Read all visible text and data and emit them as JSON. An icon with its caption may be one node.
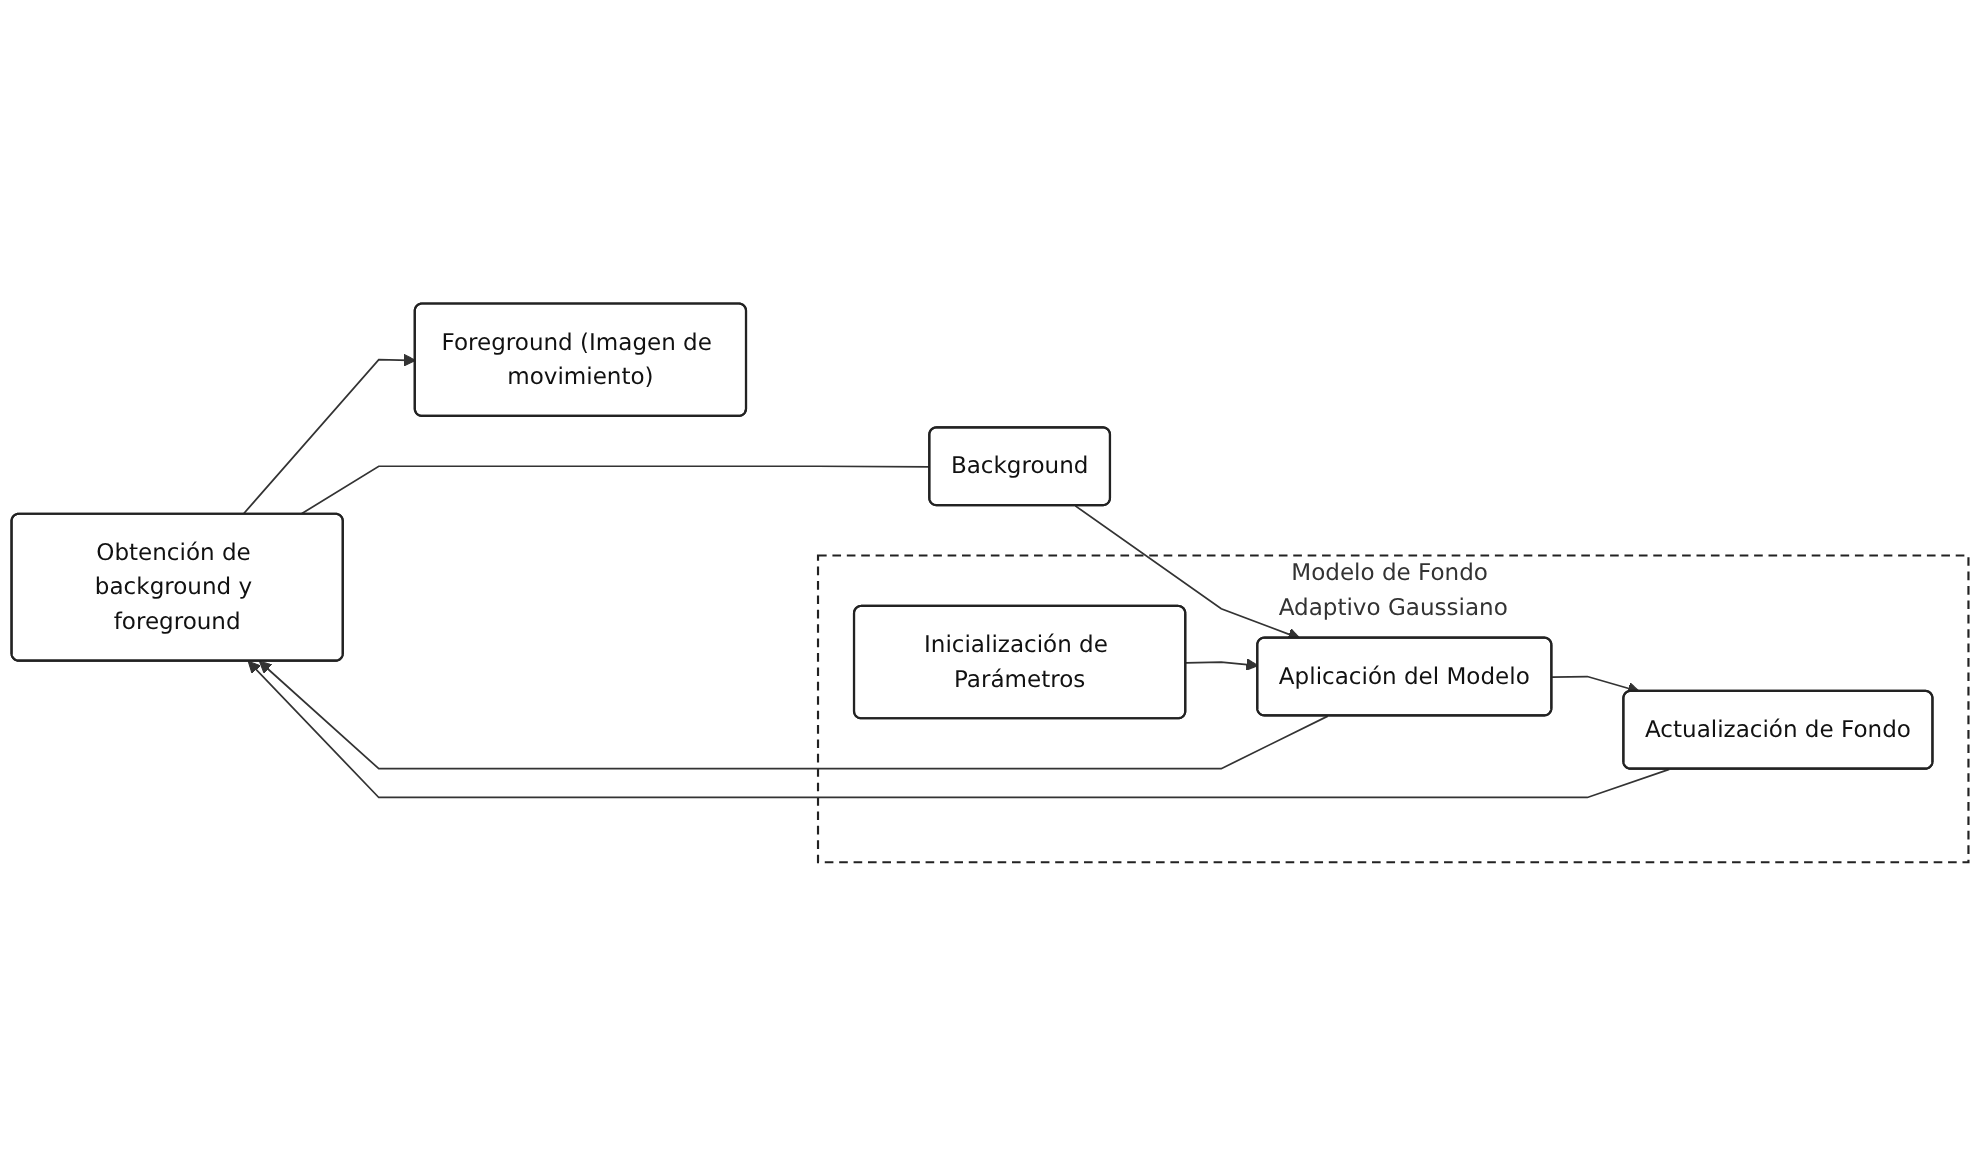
{
  "diagram": {
    "nodes": [
      {
        "text": [
          "Foreground (Imagen de movimiento)"
        ]
      },
      {
        "text": [
          "Obtención de background y foreground"
        ]
      },
      {
        "text": [
          "Background"
        ]
      },
      {
        "text": [
          "Modelo de Fondo Adaptivo Gaussiano"
        ]
      },
      {
        "text": [
          "Actualización de Fondo"
        ],
        "in": 3
      },
      {
        "text": [
          "Inicialización de Parámetros"
        ],
        "in": 3
      },
      {
        "text": [
          "Aplicación del Modelo"
        ],
        "in": 3
      }
    ],
    "edges": [
      {
        "from": 1,
        "to": 0,
        "arrow": "to"
      },
      {
        "from": 1,
        "to": 2,
        "arrow": "none"
      },
      {
        "from": 2,
        "to": 6,
        "arrow": "to"
      },
      {
        "from": 6,
        "to": 1,
        "arrow": "to"
      },
      {
        "from": 6,
        "to": 4,
        "arrow": "to"
      },
      {
        "from": 4,
        "to": 1,
        "arrow": "to"
      },
      {
        "from": 5,
        "to": 6,
        "arrow": "to"
      }
    ]
  }
}
